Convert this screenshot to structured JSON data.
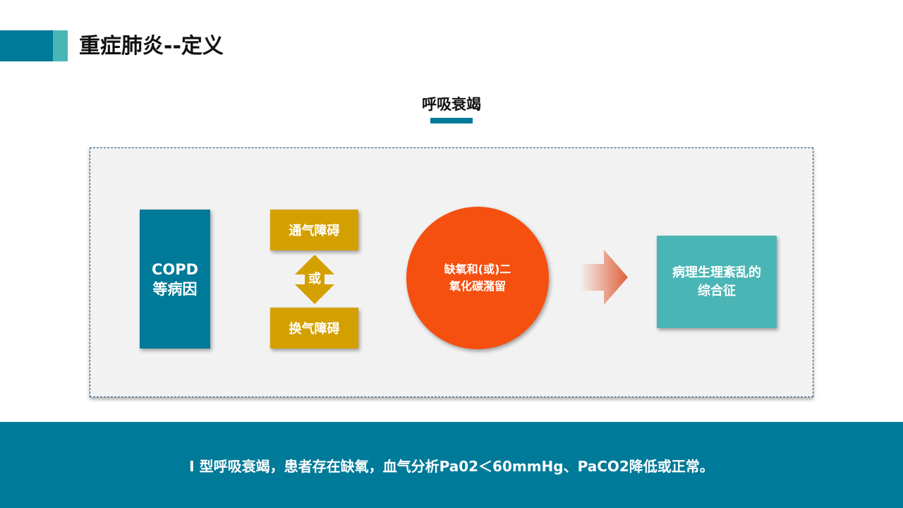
{
  "header": {
    "title": "重症肺炎--定义"
  },
  "section": {
    "heading": "呼吸衰竭"
  },
  "diagram": {
    "cause": {
      "line1": "COPD",
      "line2": "等病因"
    },
    "ventilation": "通气障碍",
    "or_label": "或",
    "exchange": "换气障碍",
    "mechanism": {
      "line1": "缺氧和(或)二",
      "line2": "氧化碳潴留"
    },
    "result": {
      "line1": "病理生理紊乱的",
      "line2": "综合征"
    }
  },
  "footer": {
    "text": "I 型呼吸衰竭，患者存在缺氧，血气分析Pa02＜60mmHg、PaCO2降低或正常。"
  },
  "colors": {
    "teal_dark": "#007a99",
    "teal_light": "#4ab5b5",
    "gold": "#d4a000",
    "orange": "#f55010"
  }
}
